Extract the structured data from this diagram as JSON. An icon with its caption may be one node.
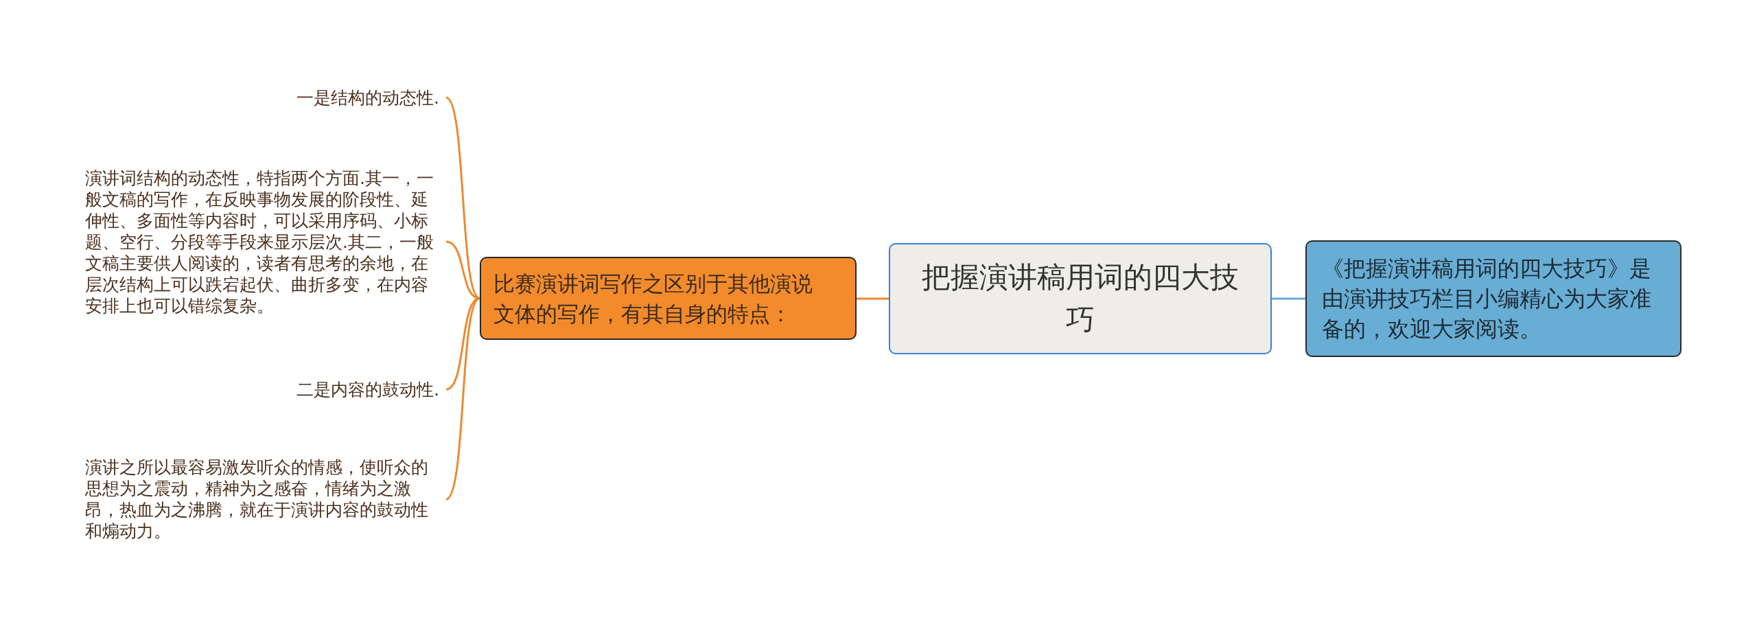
{
  "diagram": {
    "nodes": [
      {
        "text": [
          "把握演讲稿用词的四大技巧"
        ]
      },
      {
        "text": [
          "比赛演讲词写作之区别于其他演说文体的写作，有其自身的特点："
        ]
      },
      {
        "text": [
          "一是结构的动态性."
        ]
      },
      {
        "text": [
          "演讲词结构的动态性，特指两个方面.其一，一般文稿的写作，在反映事物发展的阶段性、延伸性、多面性等内容时，可以采用序码、小标题、空行、分段等手段来显示层次.其二，一般文稿主要供人阅读的，读者有思考的余地，在层次结构上可以跌宕起伏、曲折多变，在内容安排上也可以错综复杂。"
        ]
      },
      {
        "text": [
          "二是内容的鼓动性."
        ]
      },
      {
        "text": [
          "演讲之所以最容易激发听众的情感，使听众的思想为之震动，精神为之感奋，情绪为之激昂，热血为之沸腾，就在于演讲内容的鼓动性和煽动力。"
        ]
      },
      {
        "text": [
          "《把握演讲稿用词的四大技巧》是由演讲技巧栏目小编精心为大家准备的，欢迎大家阅读。"
        ]
      }
    ],
    "edges": [
      {
        "from": 0,
        "to": 1,
        "arrow": "none"
      },
      {
        "from": 1,
        "to": 2,
        "arrow": "none"
      },
      {
        "from": 1,
        "to": 3,
        "arrow": "none"
      },
      {
        "from": 1,
        "to": 4,
        "arrow": "none"
      },
      {
        "from": 1,
        "to": 5,
        "arrow": "none"
      },
      {
        "from": 0,
        "to": 6,
        "arrow": "none",
        "color": "#6aaad3"
      }
    ]
  }
}
